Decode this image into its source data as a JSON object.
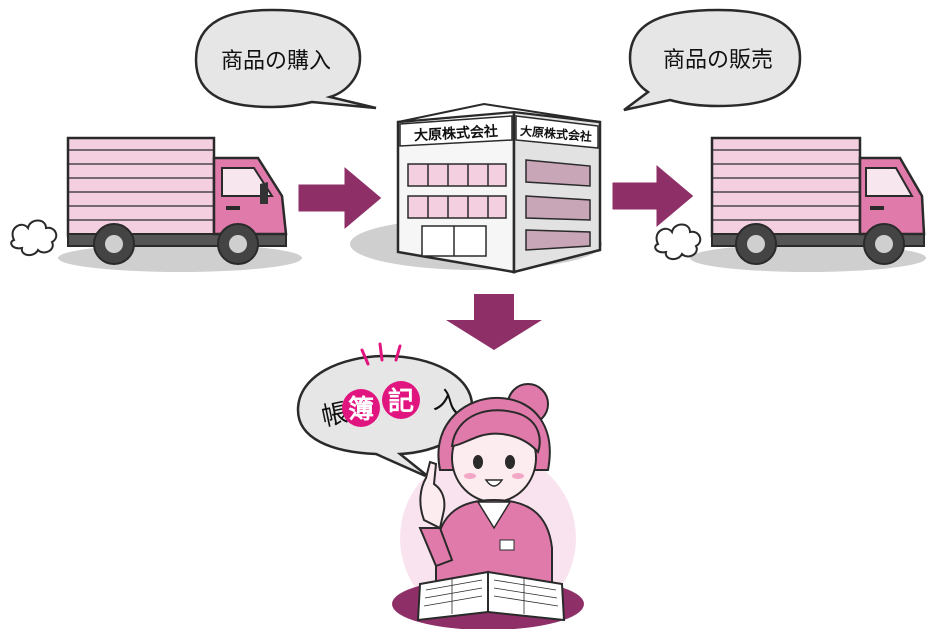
{
  "bubbles": {
    "purchase": "商品の購入",
    "sales": "商品の販売"
  },
  "building": {
    "sign_front": "大原株式会社",
    "sign_side": "大原株式会社"
  },
  "speech": {
    "char1": "帳",
    "char2": "簿",
    "char3": "記",
    "char4": "入"
  },
  "colors": {
    "accent": "#8e2f67",
    "pink_light": "#f3cfe0",
    "pink_mid": "#e07aaa",
    "magenta": "#e0157f",
    "bubble_fill": "#e6e6e6",
    "shadow": "#cfcfcf",
    "outline": "#2a2a2a"
  },
  "icons": [
    "truck-icon",
    "building-icon",
    "arrow-right-icon",
    "arrow-down-icon",
    "exhaust-cloud-icon",
    "bookkeeper-woman-icon",
    "open-ledger-icon"
  ]
}
